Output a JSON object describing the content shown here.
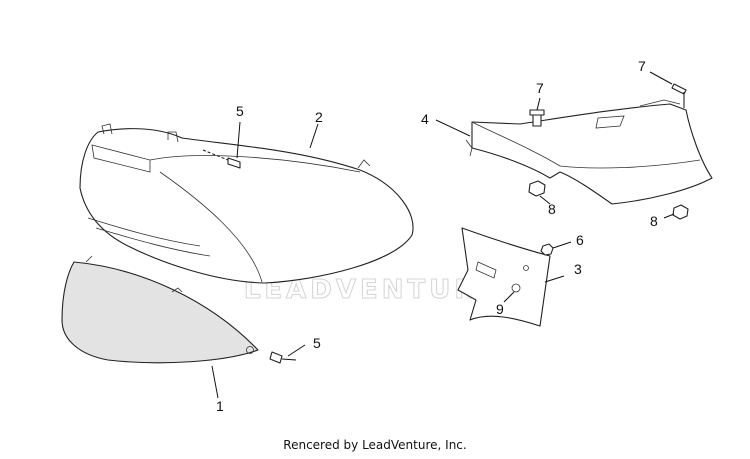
{
  "callouts": {
    "c1": "1",
    "c2": "2",
    "c3": "3",
    "c4": "4",
    "c5a": "5",
    "c5b": "5",
    "c6": "6",
    "c7a": "7",
    "c7b": "7",
    "c8a": "8",
    "c8b": "8",
    "c9": "9"
  },
  "watermark": {
    "text": "LEADVENTURE"
  },
  "footer": {
    "text": "Rencered by LeadVenture, Inc."
  },
  "colors": {
    "lens_fill": "#e3e3e3",
    "line": "#222222",
    "watermark": "#d4d4d4"
  }
}
